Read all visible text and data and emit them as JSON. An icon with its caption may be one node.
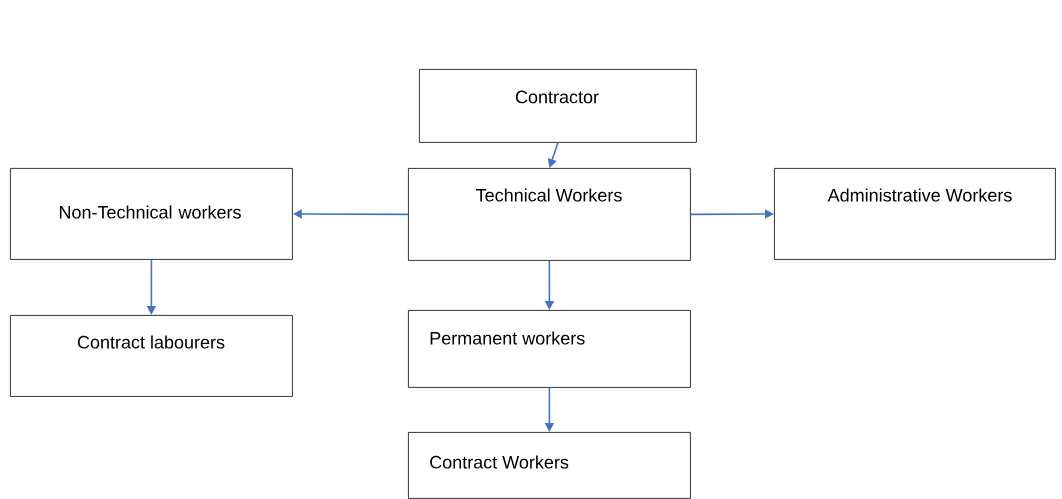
{
  "diagram": {
    "nodes": [
      {
        "text": [
          "Contractor"
        ]
      },
      {
        "text": [
          "Non-Technical workers"
        ]
      },
      {
        "text": [
          "Technical Workers"
        ]
      },
      {
        "text": [
          "Administrative Workers"
        ]
      },
      {
        "text": [
          "Contract labourers"
        ]
      },
      {
        "text": [
          "Permanent workers"
        ]
      },
      {
        "text": [
          "Contract Workers"
        ]
      }
    ],
    "edges": [
      {
        "from": 0,
        "to": 2,
        "arrow": "to"
      },
      {
        "from": 2,
        "to": 1,
        "arrow": "to"
      },
      {
        "from": 2,
        "to": 3,
        "arrow": "to"
      },
      {
        "from": 1,
        "to": 4,
        "arrow": "to"
      },
      {
        "from": 2,
        "to": 5,
        "arrow": "to"
      },
      {
        "from": 5,
        "to": 6,
        "arrow": "to"
      }
    ]
  }
}
